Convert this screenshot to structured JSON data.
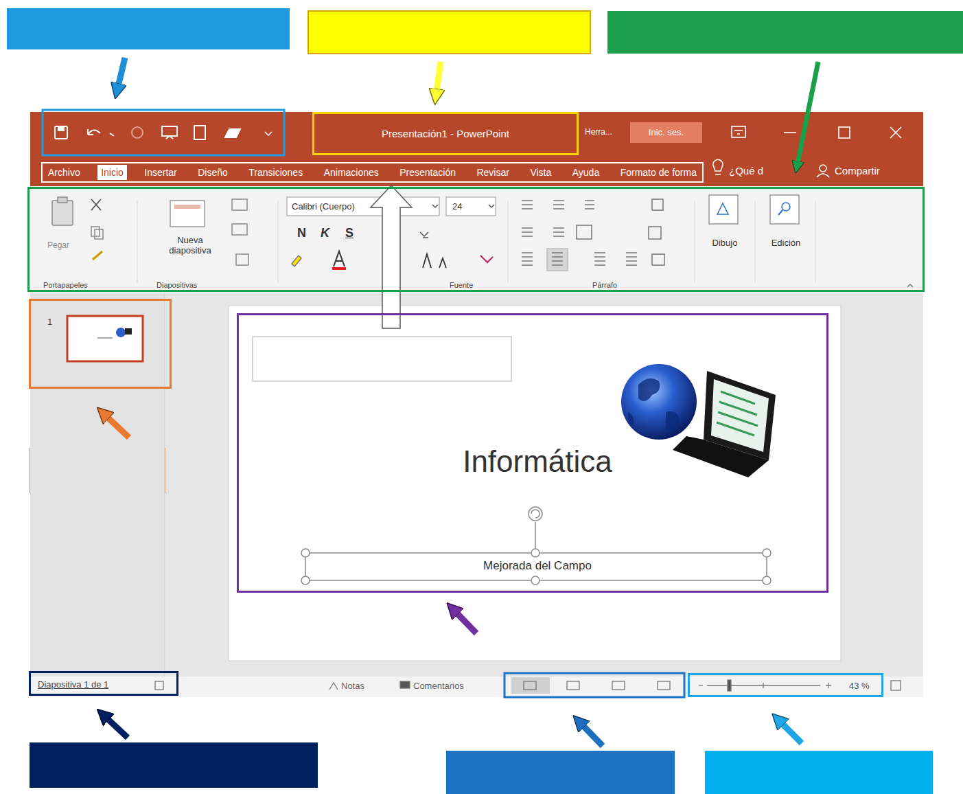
{
  "diagram": {
    "nodes": [
      {
        "text": [
          "Presentación1 - PowerPoint"
        ]
      },
      {
        "text": [
          "Archivo",
          "Inicio",
          "Insertar",
          "Diseño",
          "Transiciones",
          "Animaciones",
          "Presentación",
          "Revisar",
          "Vista",
          "Ayuda",
          "Formato de forma"
        ]
      },
      {
        "text": [
          "Pegar",
          "Portapapeles",
          "Nueva diapositiva",
          "Diapositivas",
          "Calibri (Cuerpo)",
          "24",
          "N",
          "K",
          "S",
          "Fuente",
          "Párrafo",
          "Dibujo",
          "Edición"
        ]
      },
      {
        "text": [
          "1"
        ]
      },
      {
        "text": [
          "Informática",
          "Mejorada del Campo"
        ]
      },
      {
        "text": [
          "Diapositiva 1 de 1"
        ]
      },
      {
        "text": [
          "43 %"
        ]
      }
    ],
    "labels": [
      "Herra...",
      "Inic. ses.",
      "¿Qué d",
      "Compartir",
      "Notas",
      "Comentarios"
    ]
  }
}
